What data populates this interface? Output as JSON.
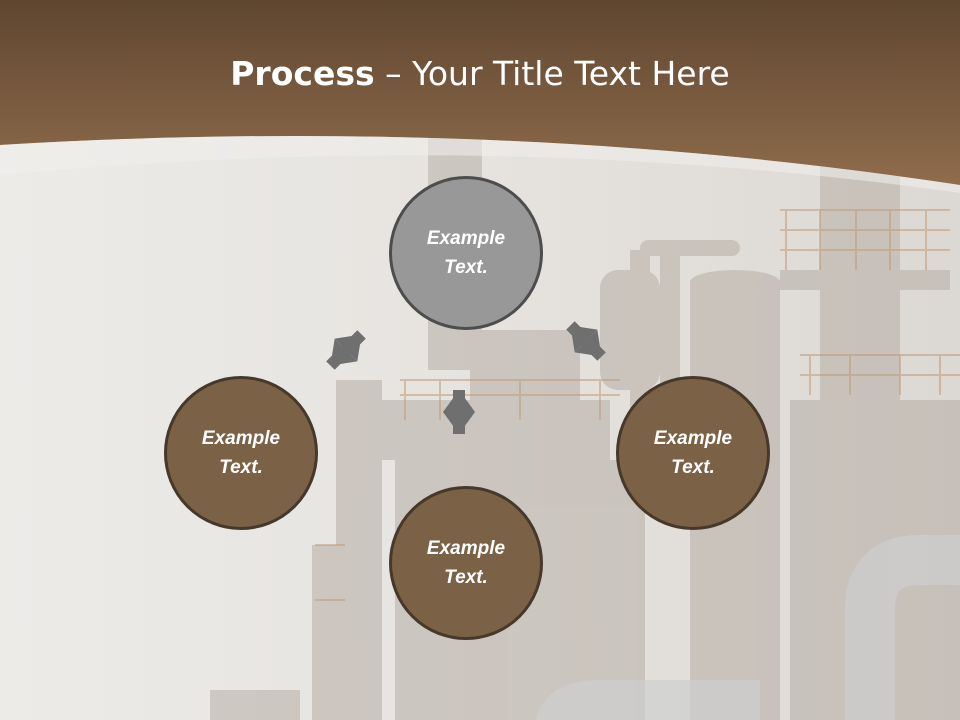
{
  "slide": {
    "title_bold": "Process",
    "title_rest": " – Your Title Text Here"
  },
  "diagram": {
    "nodes": [
      {
        "id": "top",
        "line1": "Example",
        "line2": "Text."
      },
      {
        "id": "left",
        "line1": "Example",
        "line2": "Text."
      },
      {
        "id": "bottom",
        "line1": "Example",
        "line2": "Text."
      },
      {
        "id": "right",
        "line1": "Example",
        "line2": "Text."
      }
    ]
  },
  "colors": {
    "header_brown": "#7a5a3c",
    "node_brown": "#7b6246",
    "node_gray": "#989898",
    "arrow_gray": "#6f6f6f"
  }
}
